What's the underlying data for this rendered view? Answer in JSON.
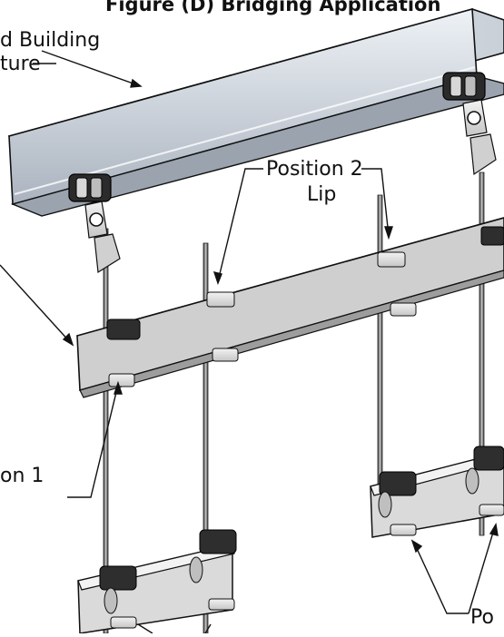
{
  "figure": {
    "title": "Figure (D) Bridging Application"
  },
  "labels": {
    "building_line1": "d Building",
    "building_line2": "ture",
    "position2_line1": "Position 2",
    "position2_line2": "Lip",
    "position1": "on 1",
    "bottom_right": "Po"
  },
  "colors": {
    "steel_light": "#e4e9f0",
    "steel_mid": "#b8c1cc",
    "steel_dark": "#7d8794",
    "channel_face": "#cfcfcf",
    "line": "#111111"
  },
  "icons": [
    "hanger-clip-icon",
    "swivel-hanger-icon",
    "beam-clip-icon",
    "threaded-rod-icon"
  ]
}
